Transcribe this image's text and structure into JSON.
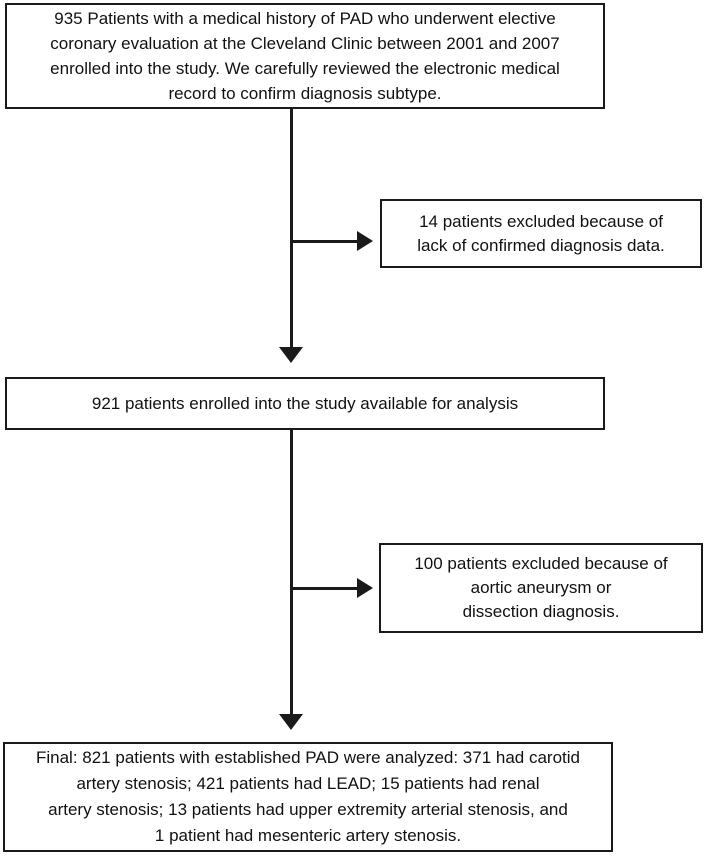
{
  "flowchart": {
    "nodes": {
      "enrollment": "935 Patients with a medical history of PAD who underwent elective\ncoronary evaluation at the Cleveland Clinic between 2001 and 2007\nenrolled into the study. We carefully reviewed the electronic medical\nrecord to confirm diagnosis subtype.",
      "exclusion1": "14 patients excluded because of\nlack of confirmed diagnosis data.",
      "available": "921 patients enrolled into the study available for analysis",
      "exclusion2": "100 patients excluded because of\naortic aneurysm or\ndissection diagnosis.",
      "final": "Final: 821 patients with established PAD were analyzed: 371 had carotid\nartery stenosis; 421 patients had LEAD; 15 patients had renal\nartery stenosis; 13 patients had upper extremity arterial stenosis, and\n1 patient had mesenteric artery stenosis."
    },
    "counts": {
      "initial_patients": 935,
      "excluded_lack_of_diagnosis": 14,
      "available_for_analysis": 921,
      "excluded_aortic_aneurysm_or_dissection": 100,
      "final_analyzed": 821,
      "carotid_artery_stenosis": 371,
      "lead": 421,
      "renal_artery_stenosis": 15,
      "upper_extremity_arterial_stenosis": 13,
      "mesenteric_artery_stenosis": 1
    },
    "colors": {
      "border": "#1a1a1a",
      "text": "#111111",
      "background": "#ffffff",
      "arrow": "#1a1a1a"
    }
  }
}
